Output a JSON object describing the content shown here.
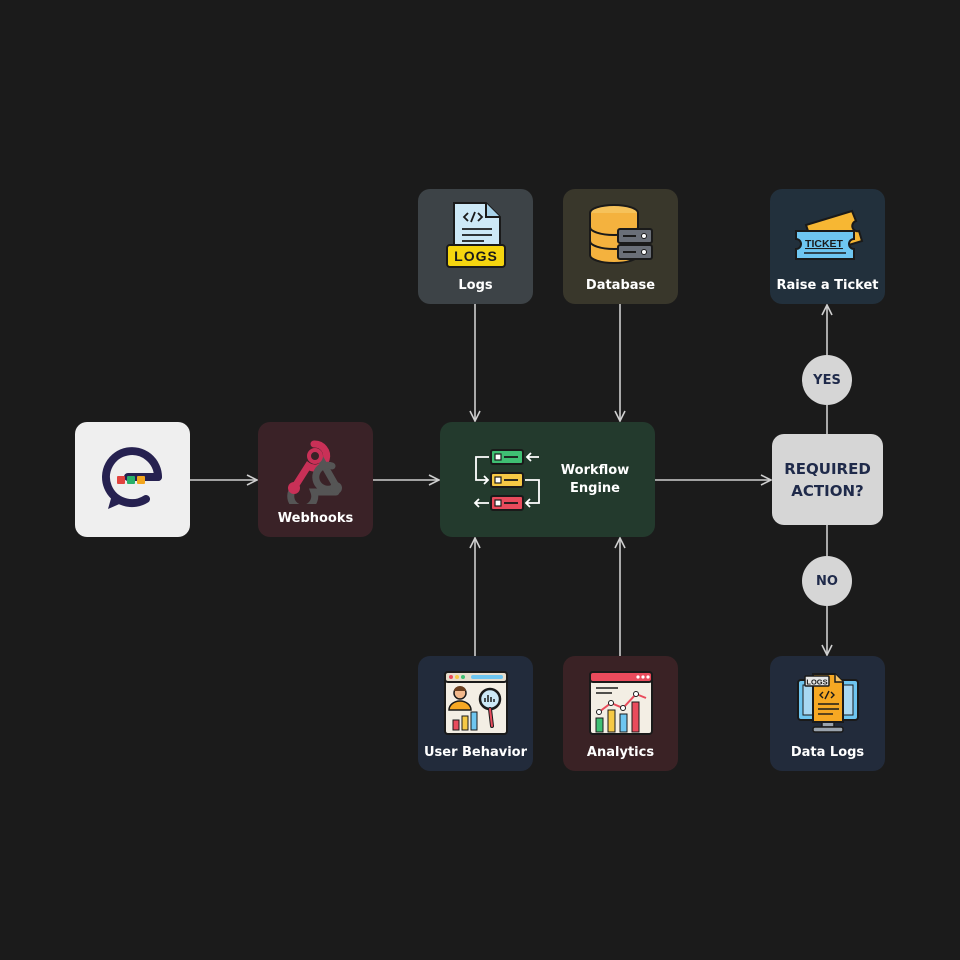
{
  "nodes": {
    "logs": {
      "label": "Logs",
      "badge": "LOGS"
    },
    "database": {
      "label": "Database"
    },
    "ticket": {
      "label": "Raise a Ticket",
      "badge": "TICKET"
    },
    "webhooks": {
      "label": "Webhooks"
    },
    "engine": {
      "label_line1": "Workflow",
      "label_line2": "Engine"
    },
    "decision": {
      "line1": "REQUIRED",
      "line2": "ACTION?"
    },
    "user_behavior": {
      "label": "User Behavior"
    },
    "analytics": {
      "label": "Analytics"
    },
    "data_logs": {
      "label": "Data Logs",
      "badge": "LOGS"
    }
  },
  "branches": {
    "yes": "YES",
    "no": "NO"
  },
  "colors": {
    "background": "#1b1b1b",
    "logs_tile": "#3d4347",
    "database_tile": "#39372b",
    "ticket_tile": "#22303c",
    "webhooks_tile": "#3a2227",
    "engine_tile": "#233a2d",
    "decision_tile": "#d6d6d6",
    "user_behavior_tile": "#222b3b",
    "analytics_tile": "#3a2225",
    "data_logs_tile": "#222b3b",
    "arrow": "#cfcfcf"
  }
}
